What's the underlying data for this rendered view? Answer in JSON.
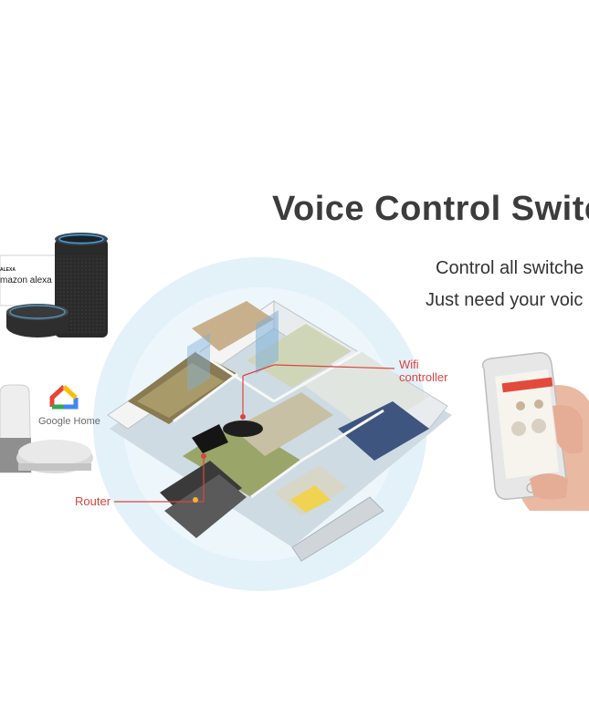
{
  "headline": "Voice Control Switc",
  "subtitle_lines": [
    "Control all switche",
    "Just need your voic"
  ],
  "callouts": {
    "wifi": [
      "Wifi",
      "controller"
    ],
    "router": "Router"
  },
  "brands": {
    "alexa_small": "ALEXA",
    "alexa": "mazon alexa",
    "google_home": "Google Home"
  },
  "colors": {
    "headline": "#3c3c3c",
    "callout": "#d9463f",
    "circle": "#e3f1f9"
  }
}
